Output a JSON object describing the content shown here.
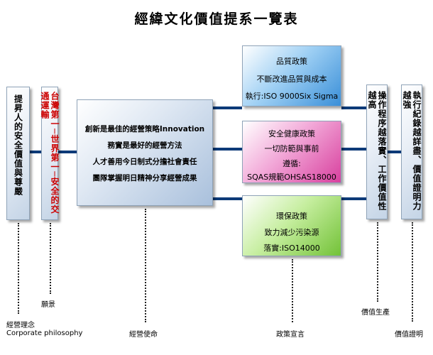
{
  "title": "經緯文化價值提系一覽表",
  "philosophy": {
    "text": "提昇人的安全價值與尊嚴",
    "label_zh": "經營理念",
    "label_en": "Corporate philosophy"
  },
  "vision": {
    "line1": "台灣第一",
    "line2": "世界第一",
    "line3": "安全的交通運輸",
    "label": "願景"
  },
  "mission": {
    "lines": [
      "創新是最佳的經營策略Innovation",
      "務實是最好的經營方法",
      "人才善用今日制式分擔社會責任",
      "團隊掌握明日精神分享經營成果"
    ],
    "label": "經營使命"
  },
  "policies": {
    "quality": {
      "title": "品質政策",
      "line1": "不斷改進品質與成本",
      "line2": "執行:ISO 9000Six Sigma"
    },
    "safety": {
      "title": "安全健康政策",
      "line1": "一切防範與事前",
      "line2": "遵循:",
      "line3": "SQAS規範OHSAS18000"
    },
    "environment": {
      "title": "環保政策",
      "line1": "致力減少污染源",
      "line2": "落實:ISO14000"
    },
    "label": "政策宣言"
  },
  "value_production": {
    "text": "操作程序越落實、工作價值性越高",
    "label": "價值生產"
  },
  "value_proof": {
    "text": "執行紀錄越詳盡、價值證明力越強",
    "label": "價值證明"
  },
  "colors": {
    "connector": "#0d3a78",
    "quality_accent": "#3a8fd8",
    "safety_accent": "#d8409e",
    "environment_accent": "#73c238",
    "vision_text": "#cc0000"
  }
}
